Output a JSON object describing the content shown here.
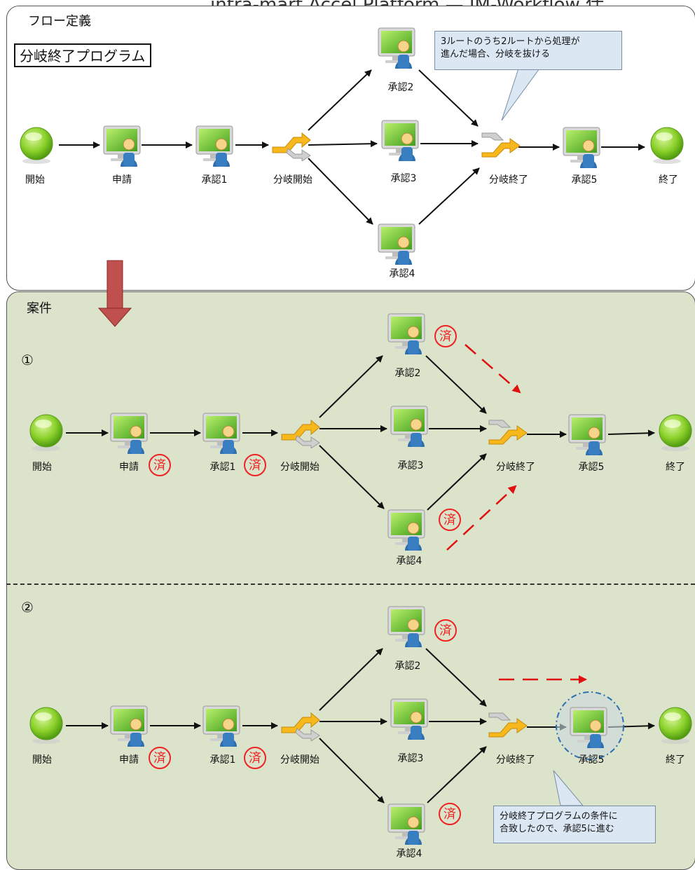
{
  "header": {
    "title": "intra-mart Accel Platform — IM-Workflow 仕"
  },
  "definition": {
    "section_title": "フロー定義",
    "program_label": "分岐終了プログラム",
    "callout": [
      "3ルートのうち2ルートから処理が",
      "進んだ場合、分岐を抜ける"
    ],
    "nodes": {
      "start": "開始",
      "apply": "申請",
      "approve1": "承認1",
      "branch_start": "分岐開始",
      "approve2": "承認2",
      "approve3": "承認3",
      "approve4": "承認4",
      "branch_end": "分岐終了",
      "approve5": "承認5",
      "end": "終了"
    }
  },
  "cases": {
    "section_title": "案件",
    "done_stamp": "済",
    "case1": {
      "number": "①",
      "nodes": {
        "start": "開始",
        "apply": "申請",
        "approve1": "承認1",
        "branch_start": "分岐開始",
        "approve2": "承認2",
        "approve3": "承認3",
        "approve4": "承認4",
        "branch_end": "分岐終了",
        "approve5": "承認5",
        "end": "終了"
      }
    },
    "case2": {
      "number": "②",
      "nodes": {
        "start": "開始",
        "apply": "申請",
        "approve1": "承認1",
        "branch_start": "分岐開始",
        "approve2": "承認2",
        "approve3": "承認3",
        "approve4": "承認4",
        "branch_end": "分岐終了",
        "approve5": "承認5",
        "end": "終了"
      },
      "callout": [
        "分岐終了プログラムの条件に",
        "合致したので、承認5に進む"
      ]
    }
  },
  "colors": {
    "case_bg": "#dbe3cb",
    "stamp_red": "#e22222",
    "callout_bg": "#dbe8f4",
    "big_arrow": "#c0504d",
    "start_end_green": "#7ec820"
  }
}
